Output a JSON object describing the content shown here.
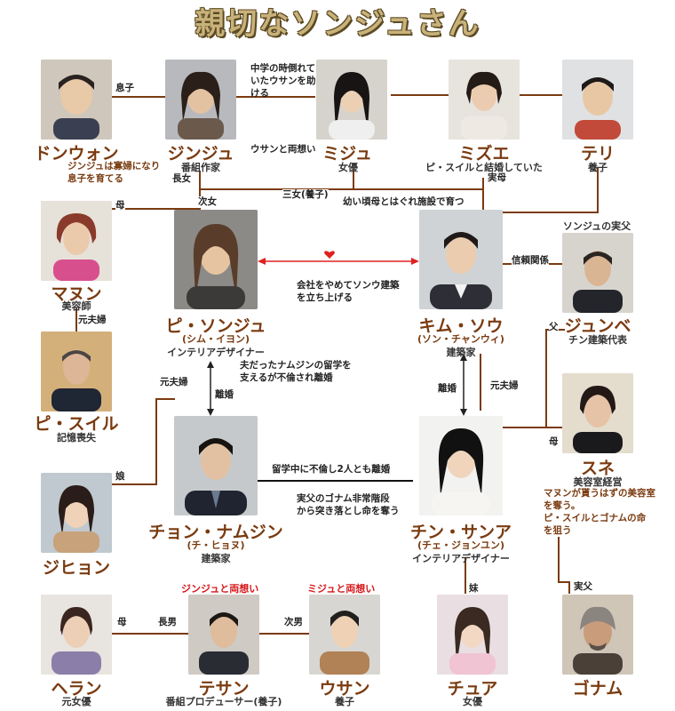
{
  "title": "親切なソンジュさん",
  "colors": {
    "relation_line": "#7a3b10",
    "name_text": "#7a3b10",
    "love_arrow": "#e02020",
    "romance_label": "#d6161a",
    "title_fill": "#c9b27a"
  },
  "people": {
    "donwon": {
      "name": "ドンウォン"
    },
    "jinju": {
      "name": "ジンジュ",
      "role": "番組作家",
      "note": "ジンジュは寡婦になり\n息子を育てる"
    },
    "miju": {
      "name": "ミジュ",
      "role": "女優",
      "note": "中学の時倒れて\nいたウサンを助\nける"
    },
    "mizue": {
      "name": "ミズエ",
      "note": "ピ・スイルと結婚していた"
    },
    "teri": {
      "name": "テリ",
      "role": "養子"
    },
    "manun": {
      "name": "マヌン",
      "role": "美容師"
    },
    "sonju": {
      "name": "ピ・ソンジュ",
      "alias": "(シム・イヨン)",
      "role": "インテリアデザイナー"
    },
    "sou": {
      "name": "キム・ソウ",
      "alias": "(ソン・チャンウィ)",
      "role": "建築家"
    },
    "junbe": {
      "name": "ジュンベ",
      "role": "チン建築代表",
      "note": "ソンジュの実父"
    },
    "suiru": {
      "name": "ピ・スイル",
      "role": "記憶喪失"
    },
    "sune": {
      "name": "スネ",
      "role": "美容室経営",
      "note": "マヌンが貰うはずの美容室\nを奪う。\nピ・スイルとゴナムの命\nを狙う"
    },
    "namujin": {
      "name": "チョン・ナムジン",
      "alias": "(チ・ヒョヌ)",
      "role": "建築家"
    },
    "sana": {
      "name": "チン・サンア",
      "alias": "(チェ・ジョンユン)",
      "role": "インテリアデザイナー"
    },
    "jihyon": {
      "name": "ジヒョン"
    },
    "heran": {
      "name": "ヘラン",
      "role": "元女優"
    },
    "tesan": {
      "name": "テサン",
      "role": "番組プロデューサー(養子)",
      "tag": "ジンジュと両想い"
    },
    "usan": {
      "name": "ウサン",
      "role": "養子",
      "tag": "ミジュと両想い"
    },
    "chua": {
      "name": "チュア",
      "role": "女優"
    },
    "gonam": {
      "name": "ゴナム"
    }
  },
  "relations": {
    "son": "息子",
    "one_sided": "ウサンと両想い",
    "eldest_daughter": "長女",
    "second_daughter": "次女",
    "third_daughter": "三女(養子)",
    "birth_mother": "実母",
    "orphanage": "幼い頃母とはぐれ施設で育つ",
    "mother": "母",
    "ex_couple_1": "元夫婦",
    "trust": "信頼関係",
    "father": "父",
    "ex_couple_2": "元夫婦",
    "divorce_1": "離婚",
    "divorce_2": "離婚",
    "ex_couple_3": "元夫婦",
    "mother_2": "母",
    "daughter": "娘",
    "affair": "留学中に不倫し2人とも離婚",
    "murder_note": "実父のゴナム非常階段\nから突き落とし命を奪う",
    "divorce_note": "夫だったナムジンの留学を\n支えるが不倫され離婚",
    "company_note": "会社をやめてソンウ建築\nを立ち上げる",
    "mother_3": "母",
    "eldest_son": "長男",
    "second_son": "次男",
    "sister": "妹",
    "birth_father": "実父"
  }
}
